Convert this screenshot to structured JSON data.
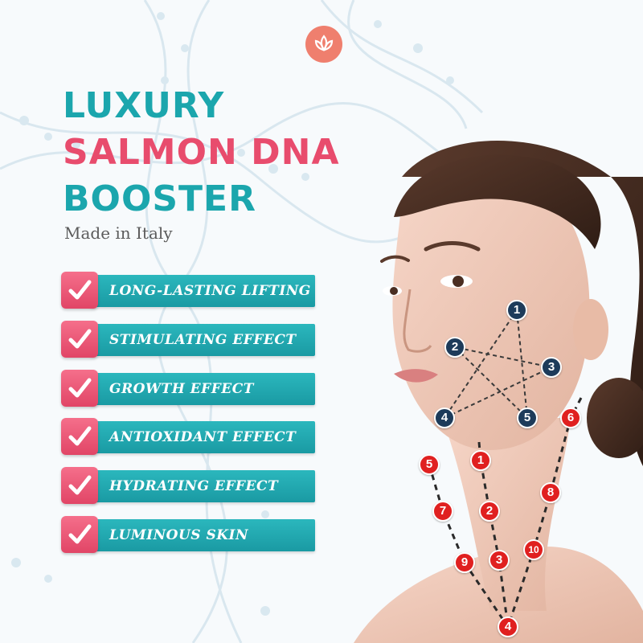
{
  "headline": {
    "line1": "LUXURY",
    "line2": "SALMON DNA",
    "line3": "BOOSTER",
    "subtitle": "Made in Italy"
  },
  "benefits": [
    {
      "label": "LONG-LASTING LIFTING"
    },
    {
      "label": "STIMULATING EFFECT"
    },
    {
      "label": "GROWTH EFFECT"
    },
    {
      "label": "ANTIOXIDANT EFFECT"
    },
    {
      "label": "HYDRATING EFFECT"
    },
    {
      "label": "LUMINOUS SKIN"
    }
  ],
  "face_points": [
    "1",
    "2",
    "3",
    "4",
    "5"
  ],
  "neck_points": [
    "1",
    "2",
    "3",
    "4",
    "5",
    "6",
    "7",
    "8",
    "9",
    "10"
  ],
  "colors": {
    "teal": "#1ba6ad",
    "pink": "#e84c6d",
    "face_point": "#1d3b5a",
    "neck_point": "#e02020",
    "logo": "#ef7f6e"
  },
  "icons": {
    "logo": "lotus-icon",
    "check": "checkmark-icon"
  }
}
